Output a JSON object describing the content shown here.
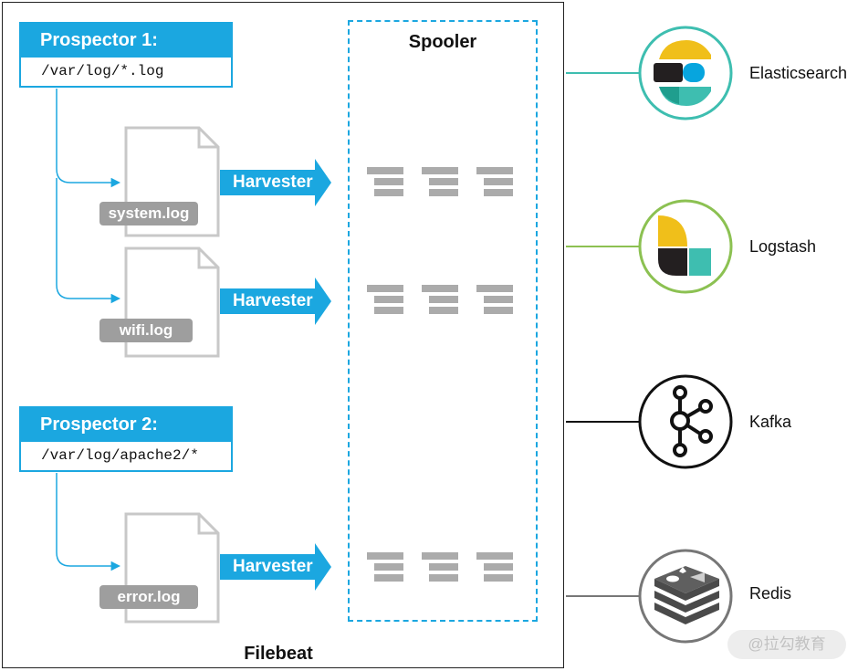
{
  "filebeat": {
    "label": "Filebeat"
  },
  "spooler": {
    "label": "Spooler"
  },
  "prospectors": [
    {
      "title": "Prospector 1:",
      "path": "/var/log/*.log"
    },
    {
      "title": "Prospector 2:",
      "path": "/var/log/apache2/*"
    }
  ],
  "files": [
    {
      "label": "system.log",
      "harvester": "Harvester"
    },
    {
      "label": "wifi.log",
      "harvester": "Harvester"
    },
    {
      "label": "error.log",
      "harvester": "Harvester"
    }
  ],
  "outputs": [
    {
      "name": "Elasticsearch",
      "color": "#3ebeb0"
    },
    {
      "name": "Logstash",
      "color": "#8cc152"
    },
    {
      "name": "Kafka",
      "color": "#111111"
    },
    {
      "name": "Redis",
      "color": "#777777"
    }
  ],
  "watermark": "@拉勾教育",
  "colors": {
    "accent": "#1ba7e0",
    "file_gray": "#9e9e9e",
    "doc_outline": "#c8c8c8"
  }
}
